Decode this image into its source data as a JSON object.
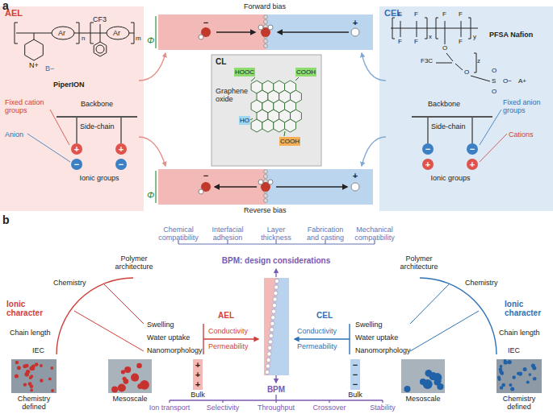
{
  "diagram": {
    "nodes": [
      {
        "text": [
          "AEL"
        ]
      },
      {
        "text": [
          "CL",
          "Graphene oxide"
        ]
      },
      {
        "text": [
          "CEL",
          "PFSA Nafion"
        ]
      }
    ],
    "labels": [
      "a",
      "Forward bias",
      "Reverse bias",
      "Φ",
      "Φ",
      "−",
      "+",
      "+",
      "−",
      "Ar",
      "n",
      "CF3",
      "Ar",
      "m",
      "N+",
      "B−",
      "PiperION",
      "Fixed cation groups",
      "Backbone",
      "Side-chain",
      "Anion",
      "+",
      "+",
      "−",
      "−",
      "Ionic groups",
      "HOOC",
      "COOH",
      "HO",
      "COOH",
      "F",
      "F",
      "F",
      "F",
      "F",
      "F",
      "F",
      "x",
      "y",
      "O",
      "F3C",
      "O",
      "z",
      "S",
      "O",
      "O",
      "O−",
      "A+",
      "Backbone",
      "Fixed anion groups",
      "Side-chain",
      "Cations",
      "−",
      "−",
      "+",
      "+",
      "Ionic groups",
      "b",
      "Chemical compatibility",
      "Interfacial adhesion",
      "Layer thickness",
      "Fabrication and casting",
      "Mechanical compatibility",
      "BPM: design considerations",
      "Polymer architecture",
      "Chemistry",
      "Ionic character",
      "Chain length",
      "IEC",
      "Swelling",
      "Water uptake",
      "Nanomorphology",
      "AEL",
      "Conductivity",
      "Permeability",
      "Chemistry defined",
      "Mesoscale",
      "Bulk",
      "+",
      "+",
      "+",
      "BPM",
      "Polymer architecture",
      "Chemistry",
      "Ionic character",
      "Chain length",
      "IEC",
      "Swelling",
      "Water uptake",
      "Nanomorphology",
      "CEL",
      "Conductivity",
      "Permeability",
      "Chemistry defined",
      "Mesoscale",
      "Bulk",
      "−",
      "−",
      "−",
      "Ion transport",
      "Selectivity",
      "Throughput",
      "Crossover",
      "Stability"
    ]
  }
}
